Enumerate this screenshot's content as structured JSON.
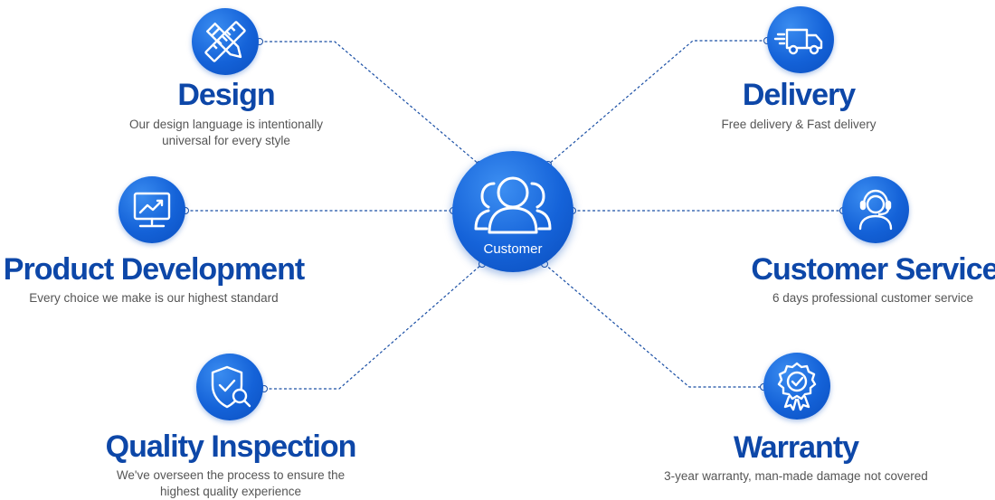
{
  "center": {
    "label": "Customer",
    "icon": "customer-group-icon"
  },
  "colors": {
    "accent": "#1462d8",
    "title": "#0d47a8",
    "text": "#555555",
    "line": "#1a4fa5"
  },
  "features": {
    "design": {
      "title": "Design",
      "desc1": "Our design language is intentionally",
      "desc2": "universal for every style",
      "icon": "pencil-ruler-icon"
    },
    "product": {
      "title": "Product Development",
      "desc1": "Every choice we make is our highest standard",
      "icon": "monitor-chart-icon"
    },
    "quality": {
      "title": "Quality Inspection",
      "desc1": "We've overseen the process to ensure the",
      "desc2": "highest quality experience",
      "icon": "shield-search-icon"
    },
    "delivery": {
      "title": "Delivery",
      "desc1": "Free delivery & Fast delivery",
      "icon": "truck-icon"
    },
    "service": {
      "title": "Customer Service",
      "desc1": "6 days professional customer service",
      "icon": "headset-agent-icon"
    },
    "warranty": {
      "title": "Warranty",
      "desc1": "3-year warranty, man-made damage not covered",
      "icon": "badge-check-icon"
    }
  }
}
